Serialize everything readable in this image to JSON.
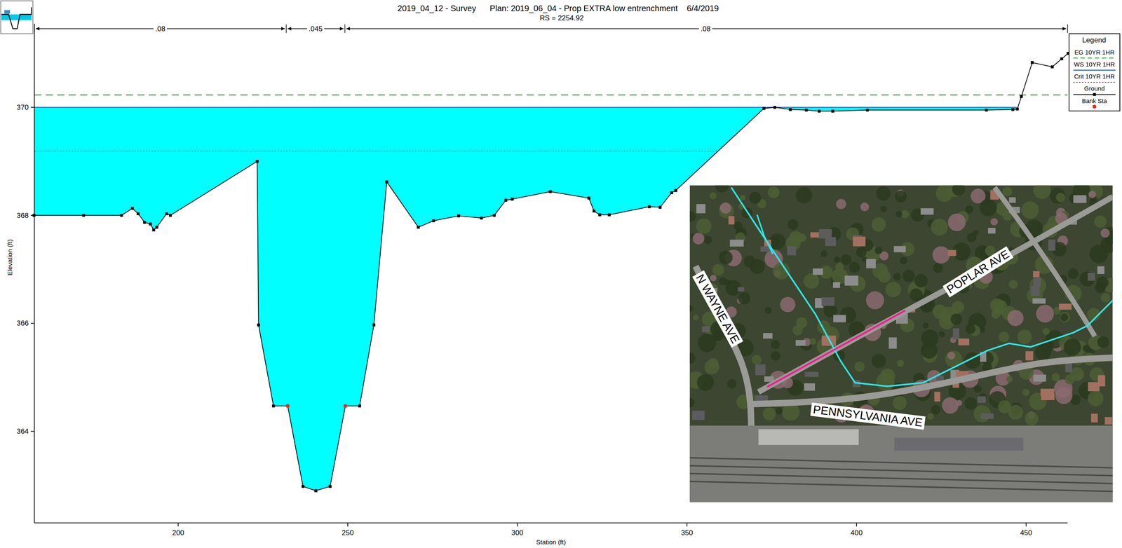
{
  "diagram": {
    "title": "2019_04_12 - Survey      Plan: 2019_06_04 - Prop EXTRA low entrenchment    6/4/2019",
    "labels": [
      "RS = 2254.92",
      ".08",
      ".045",
      ".08",
      "370",
      "368",
      "366",
      "364",
      "200",
      "250",
      "300",
      "350",
      "400",
      "450",
      "Elevation (ft)",
      "Station (ft)",
      "Legend",
      "N WAYNE AVE",
      "POPLAR AVE",
      "PENNSYLVANIA AVE"
    ],
    "legend": [
      {
        "text": "EG 10YR 1HR"
      },
      {
        "text": "WS 10YR 1HR"
      },
      {
        "text": "Crit 10YR 1HR"
      },
      {
        "text": "Ground"
      },
      {
        "text": "Bank Sta"
      }
    ]
  }
}
